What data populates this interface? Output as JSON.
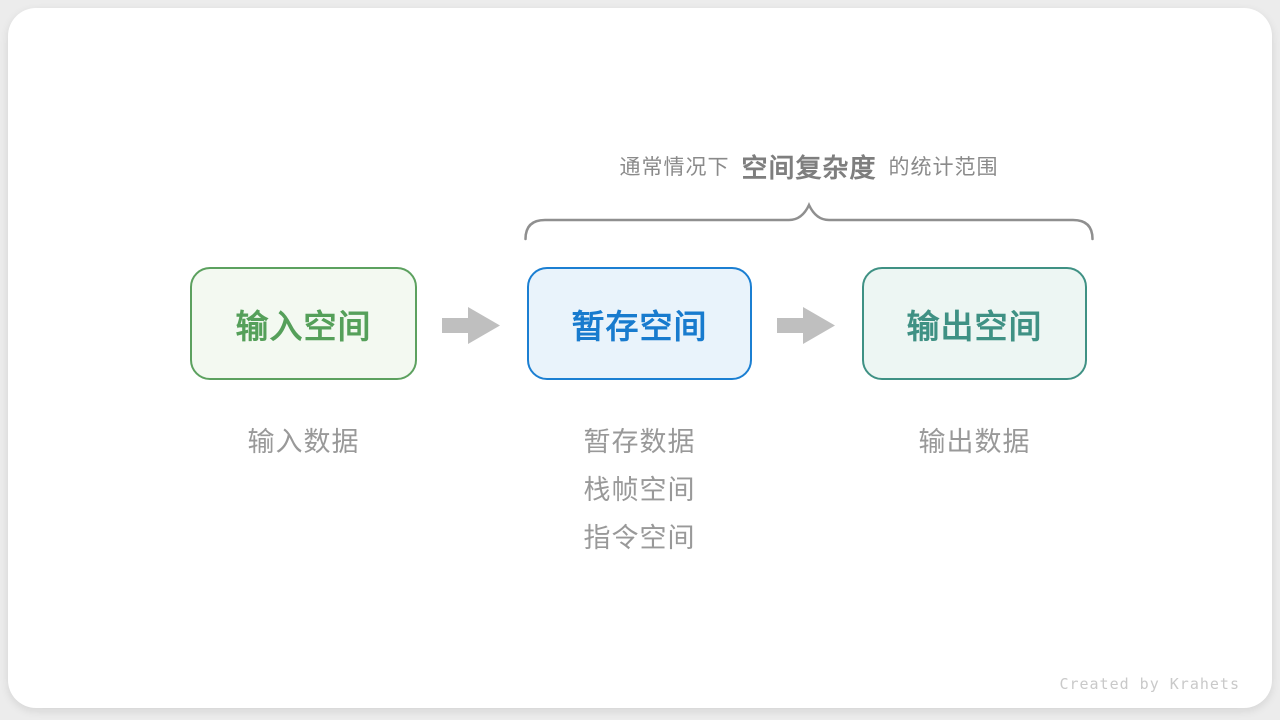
{
  "caption": {
    "prefix": "通常情况下",
    "highlight": "空间复杂度",
    "suffix": "的统计范围"
  },
  "brace": {
    "color": "#8f8f8f"
  },
  "boxes": [
    {
      "label": "输入空间",
      "border_color": "#5ca15f",
      "bg_color": "#f3f9f1",
      "text_color": "#55a05a",
      "notes": [
        "输入数据"
      ]
    },
    {
      "label": "暂存空间",
      "border_color": "#1b7fd2",
      "bg_color": "#e9f3fb",
      "text_color": "#187bce",
      "notes": [
        "暂存数据",
        "栈帧空间",
        "指令空间"
      ]
    },
    {
      "label": "输出空间",
      "border_color": "#3f9184",
      "bg_color": "#edf6f3",
      "text_color": "#3f9184",
      "notes": [
        "输出数据"
      ]
    }
  ],
  "arrows": {
    "color": "#bfbfbf"
  },
  "footer": {
    "credit": "Created by Krahets"
  }
}
